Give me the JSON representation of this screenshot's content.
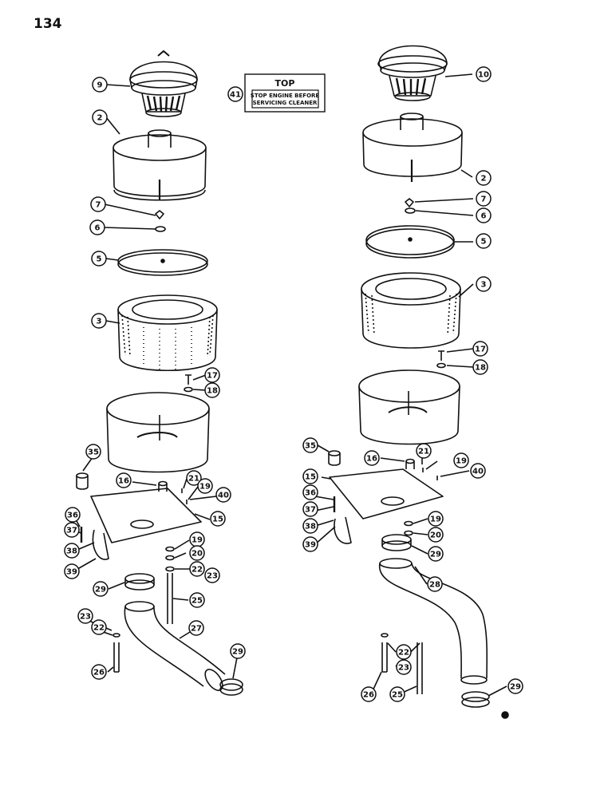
{
  "page_number": "134",
  "decal": {
    "callout": "41",
    "title": "TOP",
    "line1": "STOP ENGINE BEFORE",
    "line2": "SERVICING CLEANER"
  },
  "callouts_left": [
    "9",
    "2",
    "7",
    "6",
    "5",
    "3",
    "17",
    "18",
    "35",
    "16",
    "21",
    "19",
    "40",
    "15",
    "36",
    "37",
    "38",
    "39",
    "19",
    "20",
    "22",
    "23",
    "29",
    "25",
    "27",
    "23",
    "22",
    "26",
    "29"
  ],
  "callouts_right": [
    "10",
    "2",
    "7",
    "6",
    "5",
    "3",
    "17",
    "18",
    "35",
    "16",
    "21",
    "19",
    "40",
    "15",
    "36",
    "37",
    "38",
    "39",
    "19",
    "20",
    "29",
    "28",
    "22",
    "23",
    "26",
    "25",
    "29"
  ]
}
